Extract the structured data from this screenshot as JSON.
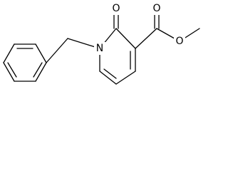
{
  "molecule": {
    "atoms": {
      "ring_nitrogen": "N",
      "carbonyl_oxygen": "O",
      "ester_carbonyl_oxygen": "O",
      "ester_ether_oxygen": "O"
    }
  },
  "colors": {
    "bond": "#000000",
    "label": "#000000",
    "background": "#ffffff"
  }
}
